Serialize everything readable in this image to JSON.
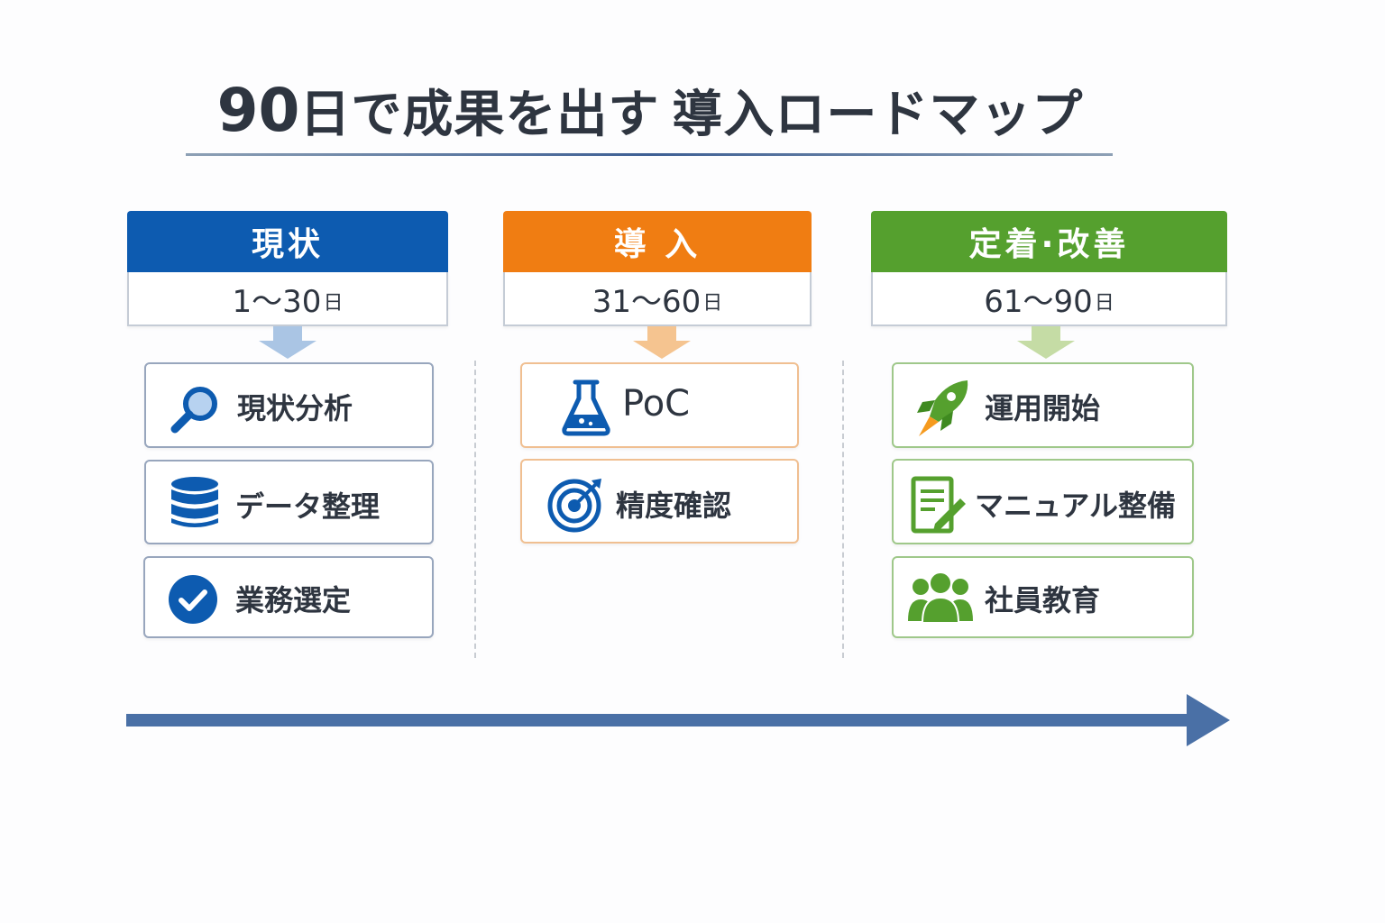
{
  "title": {
    "number": "90",
    "text1": "日で成果を出す",
    "text2": "導入ロードマップ"
  },
  "colors": {
    "blue": "#0d5bb0",
    "orange": "#f07d12",
    "green": "#55a02e",
    "arrow": "#4a70a6"
  },
  "phases": [
    {
      "name": "現状",
      "period": "1～30",
      "unit": "日",
      "tasks": [
        {
          "label": "現状分析",
          "icon": "magnifier-icon"
        },
        {
          "label": "データ整理",
          "icon": "database-icon"
        },
        {
          "label": "業務選定",
          "icon": "check-circle-icon"
        }
      ]
    },
    {
      "name": "導 入",
      "period": "31～60",
      "unit": "日",
      "tasks": [
        {
          "label": "PoC",
          "icon": "flask-icon"
        },
        {
          "label": "精度確認",
          "icon": "target-icon"
        }
      ]
    },
    {
      "name": "定着·改善",
      "period": "61～90",
      "unit": "日",
      "tasks": [
        {
          "label": "運用開始",
          "icon": "rocket-icon"
        },
        {
          "label": "マニュアル整備",
          "icon": "document-edit-icon"
        },
        {
          "label": "社員教育",
          "icon": "people-icon"
        }
      ]
    }
  ]
}
